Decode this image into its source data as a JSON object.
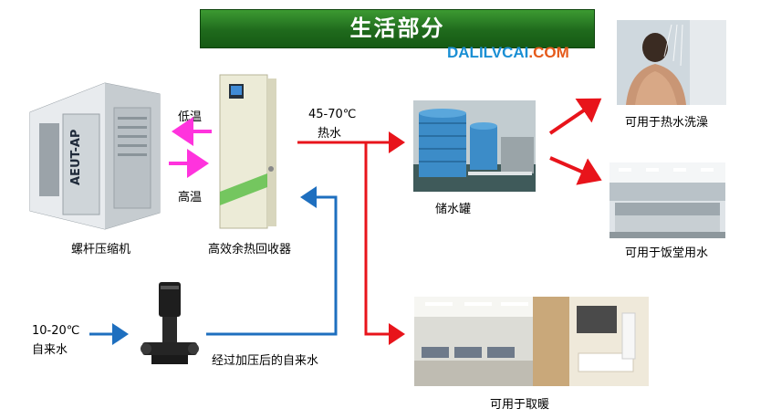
{
  "title": "生活部分",
  "watermark": {
    "main": "DALILVCAI",
    "suffix": ".COM"
  },
  "labels": {
    "compressor": "螺杆压缩机",
    "recovery": "高效余热回收器",
    "low_temp": "低温",
    "high_temp": "高温",
    "hot_water_range": "45-70℃",
    "hot_water": "热水",
    "tank": "储水罐",
    "shower": "可用于热水洗澡",
    "canteen": "可用于饭堂用水",
    "heating": "可用于取暖",
    "cold_range": "10-20℃",
    "tap_water": "自来水",
    "pressurized": "经过加压后的自来水",
    "compressor_brand": "AEUT-AP"
  },
  "colors": {
    "title_green": "#2e8a28",
    "hot_line": "#e8141b",
    "cold_line": "#1e6fbf",
    "exchange_arrow": "#ff33dd"
  }
}
